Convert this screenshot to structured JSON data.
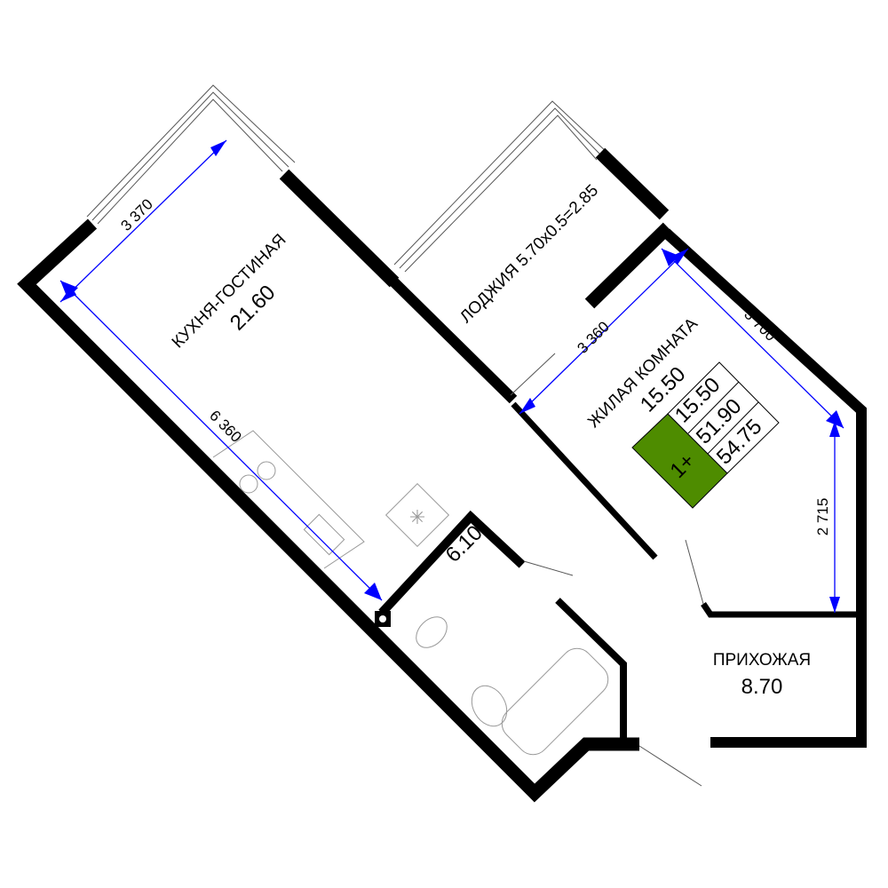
{
  "rooms": {
    "kitchen": {
      "name": "КУХНЯ-ГОСТИНАЯ",
      "area": "21.60"
    },
    "loggia": {
      "name": "ЛОДЖИЯ 5.70х0.5=2.85"
    },
    "living": {
      "name": "ЖИЛАЯ КОМНАТА",
      "area": "15.50"
    },
    "bathroom": {
      "area": "6.10"
    },
    "hallway": {
      "name": "ПРИХОЖАЯ",
      "area": "8.70"
    }
  },
  "dimensions": {
    "kitchen_width": "3 370",
    "kitchen_length": "6 360",
    "living_width": "3 360",
    "living_length": "3 700",
    "living_side": "2 715"
  },
  "summary": {
    "rooms_label": "1+",
    "living_area": "15.50",
    "total_area": "51.90",
    "total_with_loggia": "54.75",
    "badge_color": "#4e8c00",
    "dimension_color": "#0000ff"
  }
}
